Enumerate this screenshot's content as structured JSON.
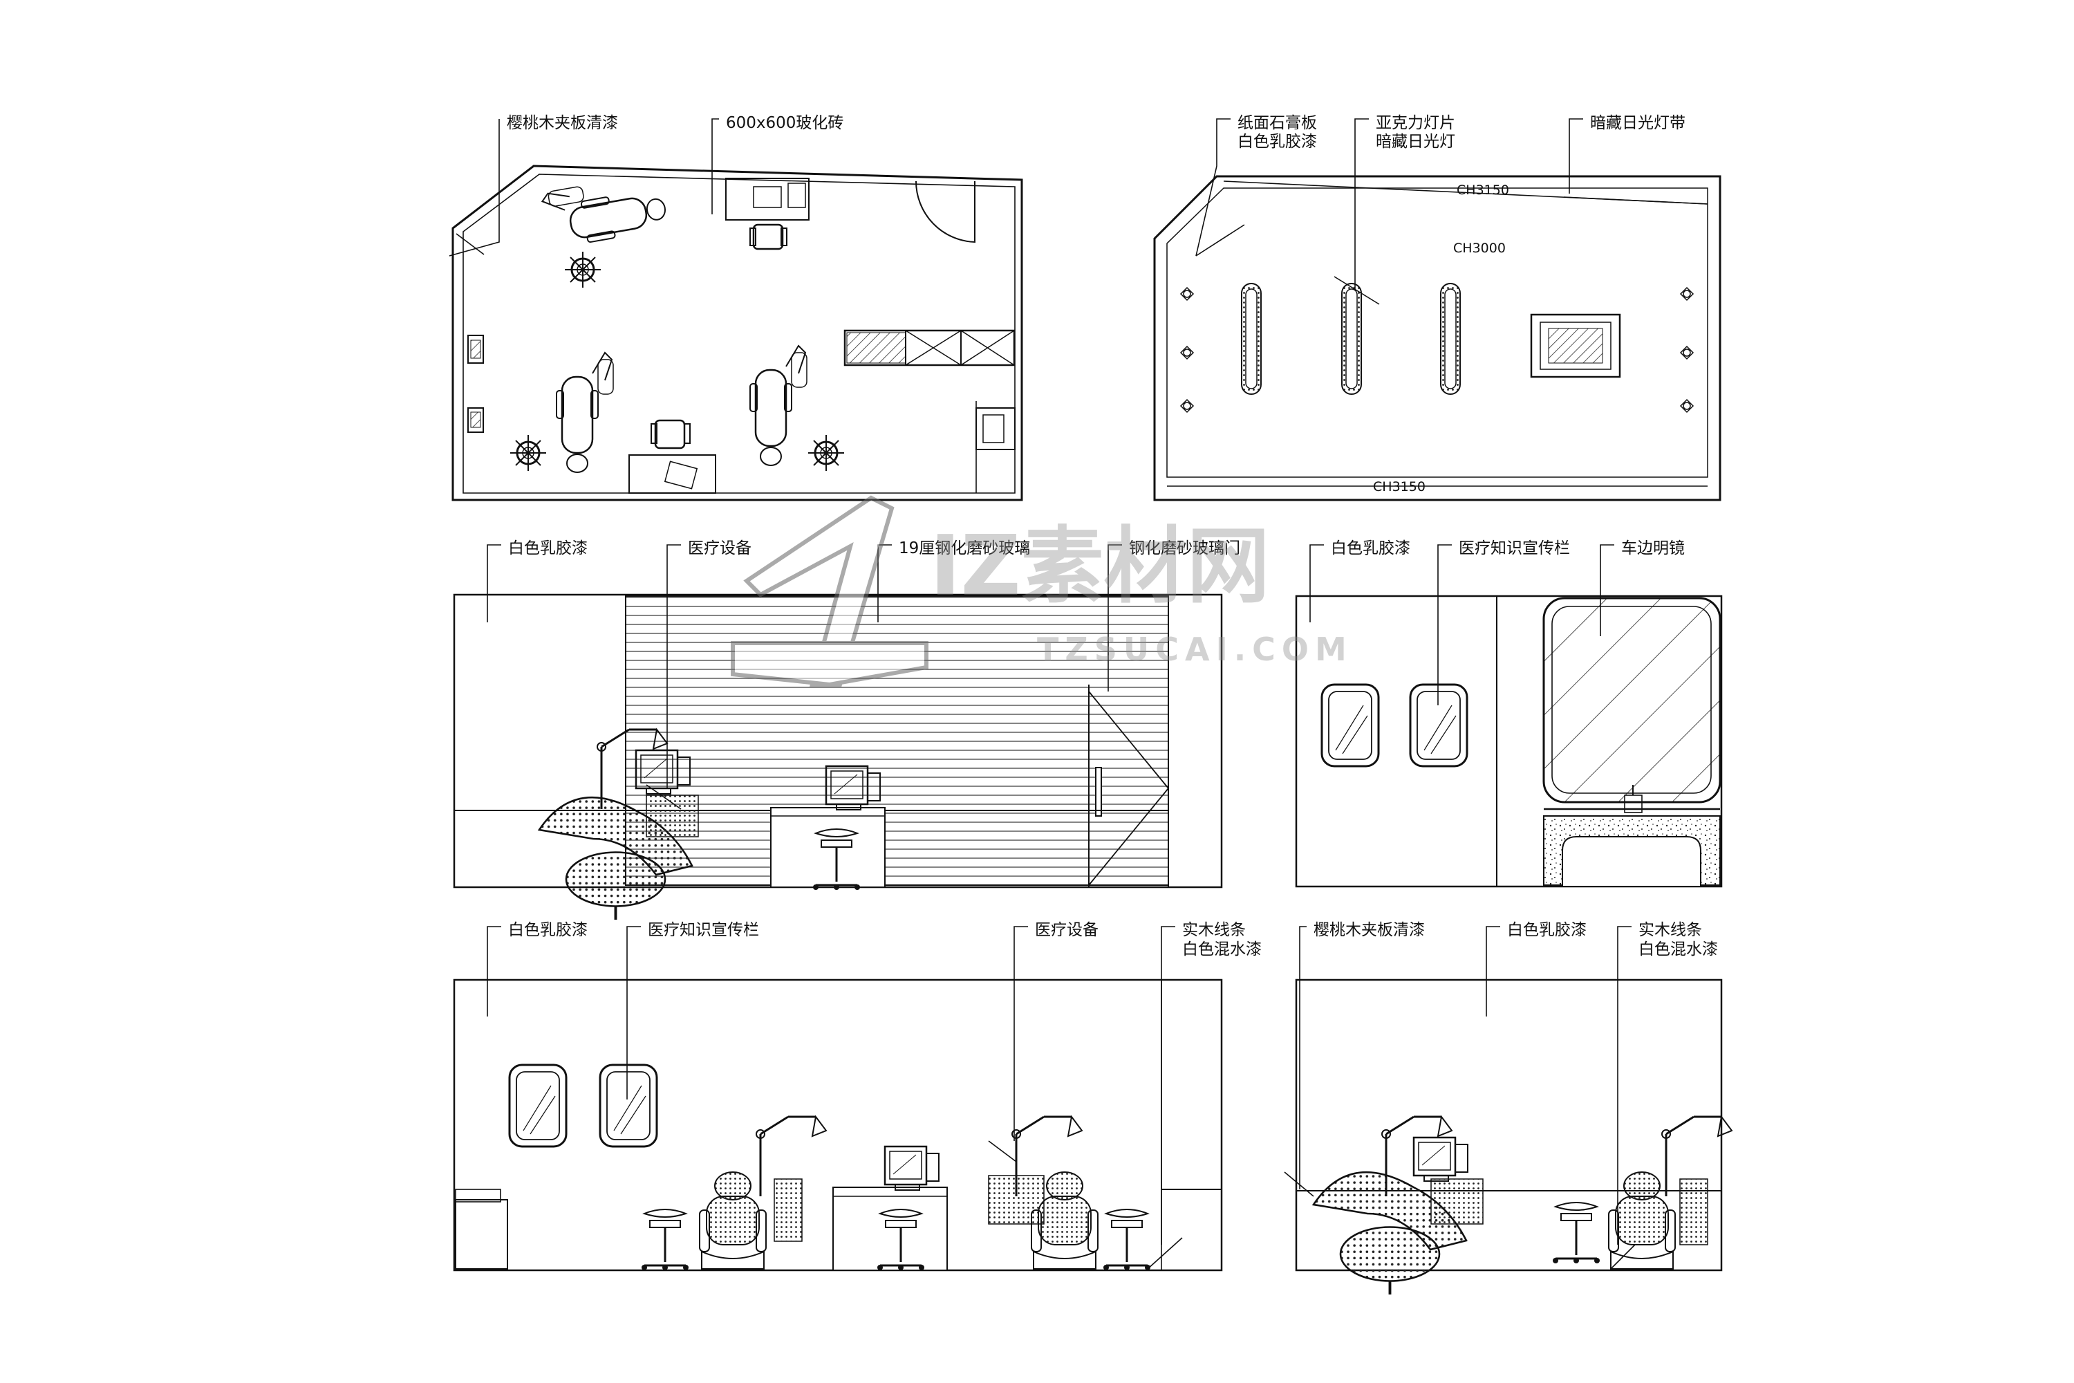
{
  "floor_plan": {
    "labels": [
      "樱桃木夹板清漆",
      "600x600玻化砖"
    ]
  },
  "ceiling_plan": {
    "labels": [
      "纸面石膏板",
      "白色乳胶漆",
      "亚克力灯片",
      "暗藏日光灯",
      "暗藏日光灯带"
    ],
    "ceiling_height_top": "CH3150",
    "ceiling_height_center": "CH3000",
    "ceiling_height_bottom": "CH3150"
  },
  "elevation_a": {
    "labels": [
      "白色乳胶漆",
      "医疗设备",
      "19厘钢化磨砂玻璃",
      "钢化磨砂玻璃门"
    ]
  },
  "elevation_b": {
    "labels": [
      "白色乳胶漆",
      "医疗知识宣传栏",
      "车边明镜"
    ]
  },
  "elevation_c": {
    "labels": [
      "白色乳胶漆",
      "医疗知识宣传栏",
      "医疗设备",
      "实木线条",
      "白色混水漆"
    ]
  },
  "elevation_d": {
    "labels": [
      "樱桃木夹板清漆",
      "白色乳胶漆",
      "实木线条",
      "白色混水漆"
    ]
  },
  "watermark": {
    "brand": "IZ素材网",
    "url": "TZSUCAI.COM"
  }
}
